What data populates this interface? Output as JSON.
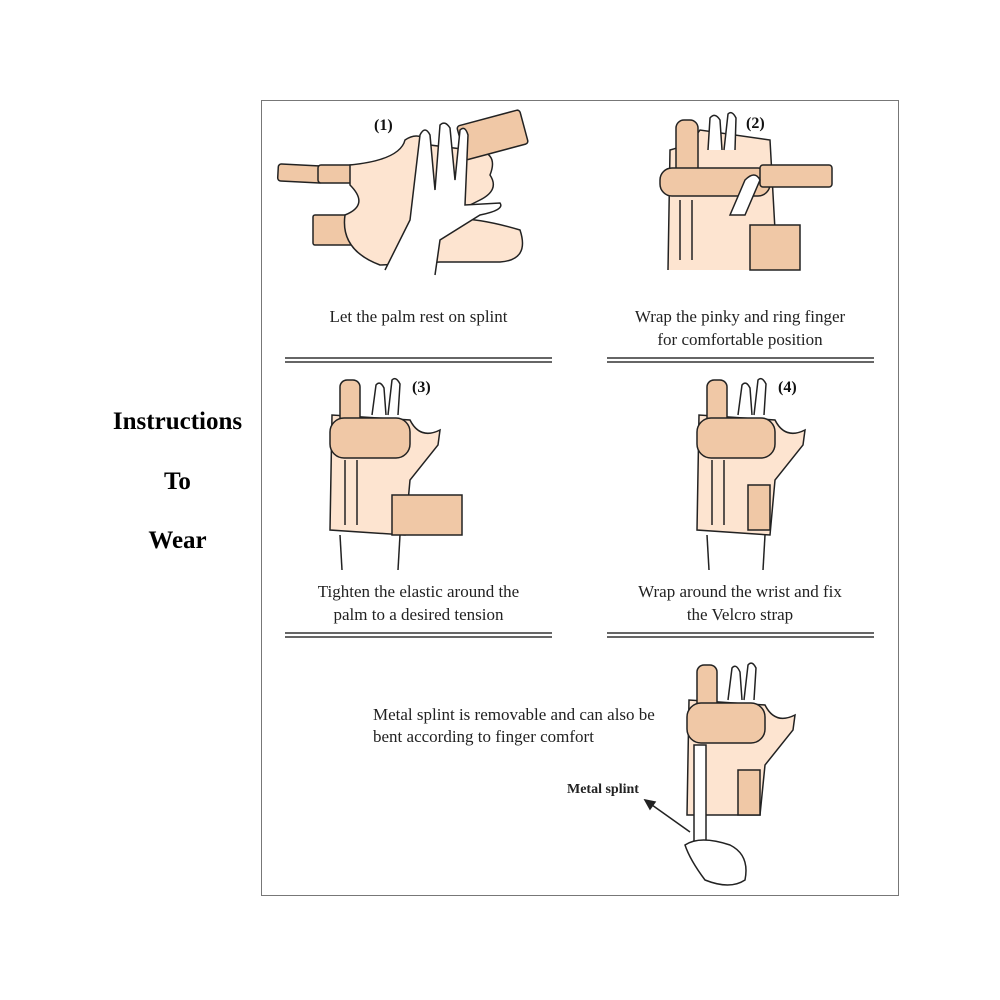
{
  "title": {
    "line1": "Instructions",
    "line2": "To",
    "line3": "Wear"
  },
  "steps": [
    {
      "number": "(1)",
      "caption": [
        "Let the palm rest on splint"
      ]
    },
    {
      "number": "(2)",
      "caption": [
        "Wrap the pinky and ring finger",
        "for comfortable position"
      ]
    },
    {
      "number": "(3)",
      "caption": [
        "Tighten the elastic around the",
        "palm to a desired tension"
      ]
    },
    {
      "number": "(4)",
      "caption": [
        "Wrap around the wrist and fix",
        "the Velcro strap"
      ]
    }
  ],
  "note": {
    "text": "Metal splint is removable and can also be bent according to finger comfort",
    "label": "Metal splint"
  },
  "colors": {
    "light": "#fde4d0",
    "dark": "#f0c8a6",
    "outline": "#222222"
  }
}
